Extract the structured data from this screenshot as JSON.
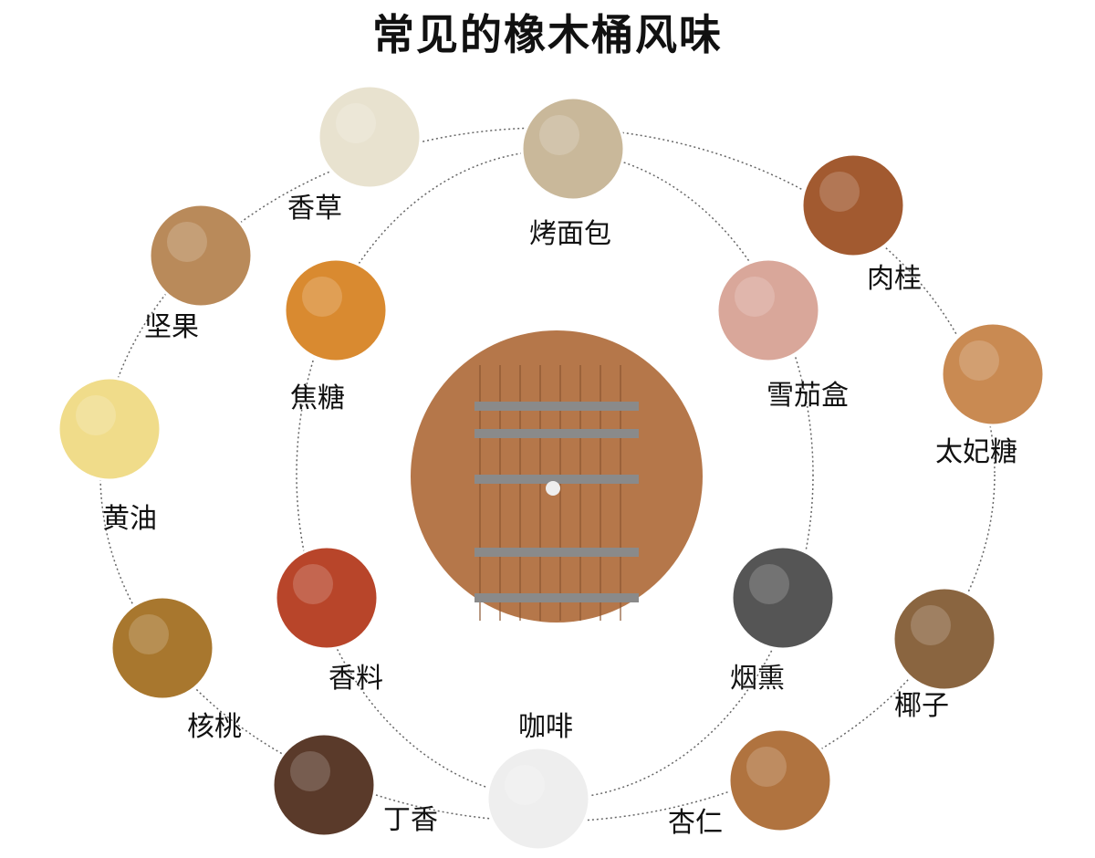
{
  "title": "常见的橡木桶风味",
  "center": {
    "label": "",
    "icon": "oak-barrel",
    "color": "#b5774a"
  },
  "outer_ring": [
    {
      "id": "vanilla",
      "label": "香草",
      "icon": "vanilla-flower",
      "color": "#e8e2cf"
    },
    {
      "id": "cinnamon",
      "label": "肉桂",
      "icon": "cinnamon-sticks",
      "color": "#a25a30"
    },
    {
      "id": "toffee",
      "label": "太妃糖",
      "icon": "toffee-pieces",
      "color": "#c98a52"
    },
    {
      "id": "coconut",
      "label": "椰子",
      "icon": "coconut",
      "color": "#8a6540"
    },
    {
      "id": "almond",
      "label": "杏仁",
      "icon": "almonds",
      "color": "#b0733f"
    },
    {
      "id": "clove",
      "label": "丁香",
      "icon": "cloves",
      "color": "#5a3a2a"
    },
    {
      "id": "walnut",
      "label": "核桃",
      "icon": "walnuts",
      "color": "#a8772e"
    },
    {
      "id": "butter",
      "label": "黄油",
      "icon": "butter",
      "color": "#f0dc8a"
    },
    {
      "id": "nuts",
      "label": "坚果",
      "icon": "mixed-nuts",
      "color": "#b98a5a"
    }
  ],
  "inner_ring": [
    {
      "id": "toast",
      "label": "烤面包",
      "icon": "toasted-bread",
      "color": "#c9b89a"
    },
    {
      "id": "cigar-box",
      "label": "雪茄盒",
      "icon": "cigar-box",
      "color": "#d9a79a"
    },
    {
      "id": "smoke",
      "label": "烟熏",
      "icon": "smoke",
      "color": "#555555"
    },
    {
      "id": "coffee",
      "label": "咖啡",
      "icon": "coffee-cup",
      "color": "#eeeeee"
    },
    {
      "id": "spice",
      "label": "香料",
      "icon": "spices",
      "color": "#b8452a"
    },
    {
      "id": "caramel",
      "label": "焦糖",
      "icon": "caramel",
      "color": "#d98a30"
    }
  ]
}
